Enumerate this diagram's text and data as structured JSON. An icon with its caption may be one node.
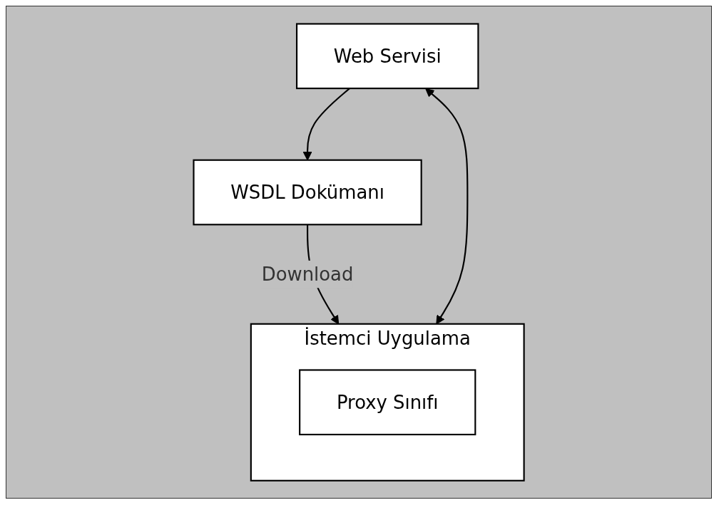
{
  "diagram": {
    "nodes": [
      {
        "text": [
          "Web Servisi"
        ]
      },
      {
        "text": [
          "WSDL Dokümanı"
        ]
      },
      {
        "text": [
          "İstemci Uygulama"
        ]
      },
      {
        "text": [
          "Proxy Sınıfı"
        ],
        "in": 2
      }
    ],
    "edges": [
      {
        "from": 0,
        "to": 1,
        "arrow": "to"
      },
      {
        "from": 1,
        "to": 2,
        "arrow": "to",
        "label": "Download"
      },
      {
        "from": 2,
        "to": 0,
        "arrow": "both"
      }
    ]
  }
}
